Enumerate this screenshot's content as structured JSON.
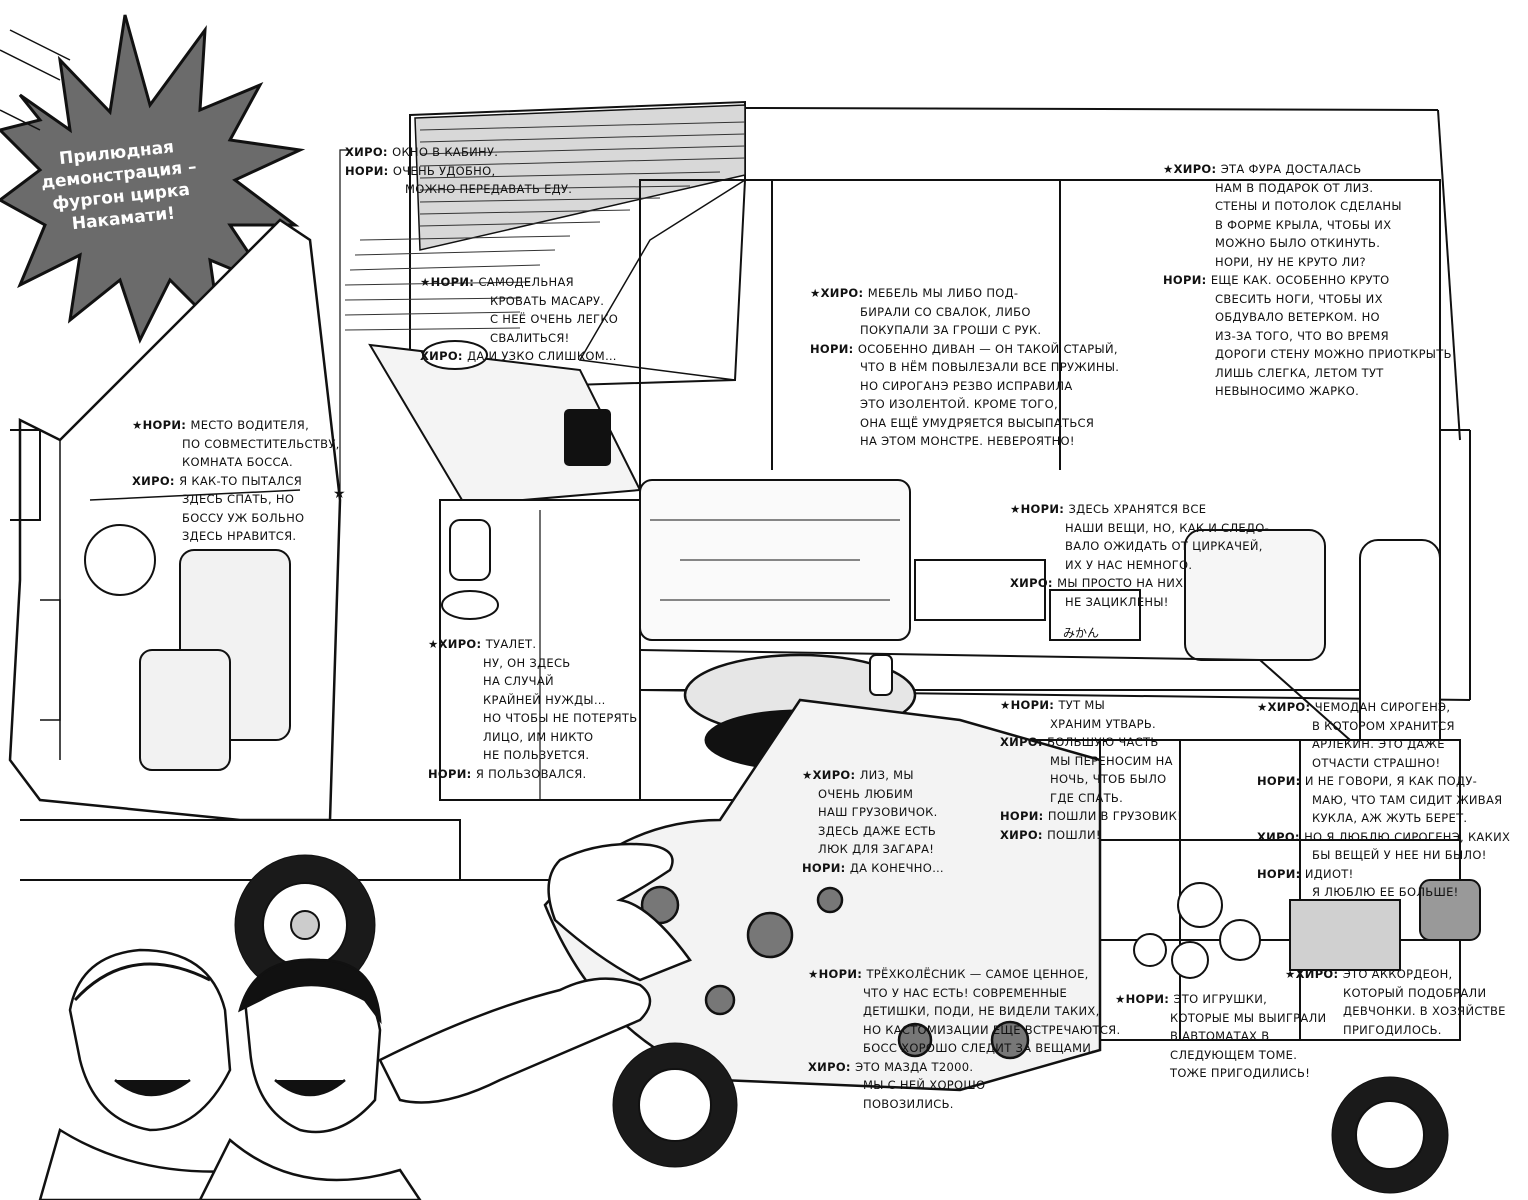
{
  "title_burst": {
    "lines": [
      "Прилюдная",
      "демонстрация –",
      "фургон цирка",
      "Накамати!"
    ]
  },
  "captions": {
    "window": [
      {
        "speaker": "Хиро:",
        "text": "окно в кабину."
      },
      {
        "speaker": "Нори:",
        "text": "очень удобно,"
      },
      {
        "speaker": "",
        "text": "можно передавать еду."
      }
    ],
    "bed": [
      {
        "speaker": "★Нори:",
        "text": "самодельная"
      },
      {
        "speaker": "",
        "text": "кровать Масару."
      },
      {
        "speaker": "",
        "text": "С неё очень легко"
      },
      {
        "speaker": "",
        "text": "свалиться!"
      },
      {
        "speaker": "Хиро:",
        "text": "да и узко слишком…"
      }
    ],
    "driver": [
      {
        "speaker": "★Нори:",
        "text": "место водителя,"
      },
      {
        "speaker": "",
        "text": "по совместительству,"
      },
      {
        "speaker": "",
        "text": "комната босса."
      },
      {
        "speaker": "Хиро:",
        "text": "я как-то пытался"
      },
      {
        "speaker": "",
        "text": "здесь спать, но"
      },
      {
        "speaker": "",
        "text": "боссу уж больно"
      },
      {
        "speaker": "",
        "text": "здесь нравится."
      }
    ],
    "toilet": [
      {
        "speaker": "★Хиро:",
        "text": "туалет."
      },
      {
        "speaker": "",
        "text": "Ну, он здесь"
      },
      {
        "speaker": "",
        "text": "на случай"
      },
      {
        "speaker": "",
        "text": "крайней нужды…"
      },
      {
        "speaker": "",
        "text": "Но чтобы не потерять"
      },
      {
        "speaker": "",
        "text": "лицо, им никто"
      },
      {
        "speaker": "",
        "text": "не пользуется."
      },
      {
        "speaker": "Нори:",
        "text": "я пользовался."
      }
    ],
    "furniture": [
      {
        "speaker": "★Хиро:",
        "text": "мебель мы либо под-"
      },
      {
        "speaker": "",
        "text": "бирали со свалок, либо"
      },
      {
        "speaker": "",
        "text": "покупали за гроши с рук."
      },
      {
        "speaker": "Нори:",
        "text": "особенно диван — он такой старый,"
      },
      {
        "speaker": "",
        "text": "что в нём повылезали все пружины."
      },
      {
        "speaker": "",
        "text": "Но Сироганэ резво исправила"
      },
      {
        "speaker": "",
        "text": "это изолентой. Кроме того,"
      },
      {
        "speaker": "",
        "text": "она ещё умудряется высыпаться"
      },
      {
        "speaker": "",
        "text": "на этом монстре. Невероятно!"
      }
    ],
    "trailer": [
      {
        "speaker": "★Хиро:",
        "text": "эта фура досталась"
      },
      {
        "speaker": "",
        "text": "нам в подарок от Лиз."
      },
      {
        "speaker": "",
        "text": "Стены и потолок сделаны"
      },
      {
        "speaker": "",
        "text": "в форме крыла, чтобы их"
      },
      {
        "speaker": "",
        "text": "можно было откинуть."
      },
      {
        "speaker": "",
        "text": "Нори, ну не круто ли?"
      },
      {
        "speaker": "Нори:",
        "text": "еще как. Особенно круто"
      },
      {
        "speaker": "",
        "text": "свесить ноги, чтобы их"
      },
      {
        "speaker": "",
        "text": "обдувало ветерком. Но"
      },
      {
        "speaker": "",
        "text": "из-за того, что во время"
      },
      {
        "speaker": "",
        "text": "дороги стену можно приоткрыть"
      },
      {
        "speaker": "",
        "text": "лишь слегка, летом тут"
      },
      {
        "speaker": "",
        "text": "невыносимо жарко."
      }
    ],
    "storage": [
      {
        "speaker": "★Нори:",
        "text": "здесь хранятся все"
      },
      {
        "speaker": "",
        "text": "наши вещи, но, как и следо-"
      },
      {
        "speaker": "",
        "text": "вало ожидать от циркачей,"
      },
      {
        "speaker": "",
        "text": "их у нас немного."
      },
      {
        "speaker": "Хиро:",
        "text": "мы просто на них"
      },
      {
        "speaker": "",
        "text": "не зациклены!"
      }
    ],
    "utensils": [
      {
        "speaker": "★Нори:",
        "text": "тут мы"
      },
      {
        "speaker": "",
        "text": "храним утварь."
      },
      {
        "speaker": "Хиро:",
        "text": "большую часть"
      },
      {
        "speaker": "",
        "text": "мы переносим на"
      },
      {
        "speaker": "",
        "text": "ночь, чтоб было"
      },
      {
        "speaker": "",
        "text": "где спать."
      },
      {
        "speaker": "Нори:",
        "text": "пошли в грузовик!"
      },
      {
        "speaker": "Хиро:",
        "text": "пошли!"
      }
    ],
    "liz": [
      {
        "speaker": "★Хиро:",
        "text": "Лиз, мы"
      },
      {
        "speaker": "",
        "text": "очень любим"
      },
      {
        "speaker": "",
        "text": "наш грузовичок."
      },
      {
        "speaker": "",
        "text": "Здесь даже есть"
      },
      {
        "speaker": "",
        "text": "люк для загара!"
      },
      {
        "speaker": "Нори:",
        "text": "да конечно…"
      }
    ],
    "suitcase": [
      {
        "speaker": "★Хиро:",
        "text": "чемодан Сирогенэ,"
      },
      {
        "speaker": "",
        "text": "в котором хранится"
      },
      {
        "speaker": "",
        "text": "Арлекин. Это даже"
      },
      {
        "speaker": "",
        "text": "отчасти страшно!"
      },
      {
        "speaker": "Нори:",
        "text": "И не говори, я как поду-"
      },
      {
        "speaker": "",
        "text": "маю, что там сидит живая"
      },
      {
        "speaker": "",
        "text": "кукла, аж жуть берет."
      },
      {
        "speaker": "Хиро:",
        "text": "Но я люблю Сирогенэ, каких"
      },
      {
        "speaker": "",
        "text": "бы вещей у нее ни было!"
      },
      {
        "speaker": "Нори:",
        "text": "идиот!"
      },
      {
        "speaker": "",
        "text": "я люблю ее больше!"
      }
    ],
    "trike": [
      {
        "speaker": "★Нори:",
        "text": "трёхколёсник — самое ценное,"
      },
      {
        "speaker": "",
        "text": "что у нас есть! Современные"
      },
      {
        "speaker": "",
        "text": "детишки, поди, не видели таких,"
      },
      {
        "speaker": "",
        "text": "но кастомизации еще встречаются."
      },
      {
        "speaker": "",
        "text": "Босс хорошо следит за вещами."
      },
      {
        "speaker": "Хиро:",
        "text": "это Мазда T2000."
      },
      {
        "speaker": "",
        "text": "Мы с ней хорошо"
      },
      {
        "speaker": "",
        "text": "повозились."
      }
    ],
    "toys": [
      {
        "speaker": "★Нори:",
        "text": "это игрушки,"
      },
      {
        "speaker": "",
        "text": "которые мы выиграли"
      },
      {
        "speaker": "",
        "text": "в автоматах в"
      },
      {
        "speaker": "",
        "text": "следующем томе."
      },
      {
        "speaker": "",
        "text": "Тоже пригодились!"
      }
    ],
    "accordion": [
      {
        "speaker": "★Хиро:",
        "text": "это аккордеон,"
      },
      {
        "speaker": "",
        "text": "который подобрали"
      },
      {
        "speaker": "",
        "text": "девчонки. В хозяйстве"
      },
      {
        "speaker": "",
        "text": "пригодилось."
      }
    ]
  },
  "box_label": "みかん"
}
